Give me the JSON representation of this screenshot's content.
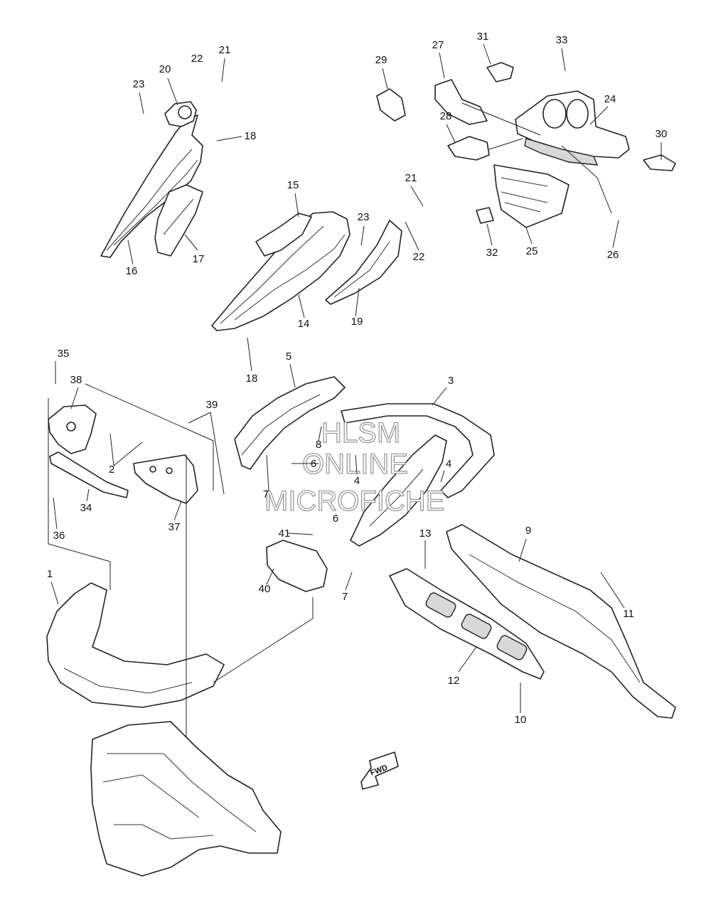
{
  "watermark": {
    "line1": "HLSM",
    "line2": "ONLINE",
    "line3": "MICROFICHE"
  },
  "fwd_label": "FWD",
  "callouts": [
    "1",
    "2",
    "3",
    "4",
    "4",
    "5",
    "6",
    "6",
    "7",
    "7",
    "8",
    "9",
    "10",
    "11",
    "12",
    "13",
    "14",
    "15",
    "16",
    "17",
    "18",
    "18",
    "19",
    "20",
    "21",
    "21",
    "22",
    "22",
    "23",
    "23",
    "24",
    "25",
    "26",
    "27",
    "28",
    "29",
    "30",
    "31",
    "32",
    "33",
    "34",
    "35",
    "36",
    "37",
    "38",
    "39",
    "40",
    "41"
  ]
}
